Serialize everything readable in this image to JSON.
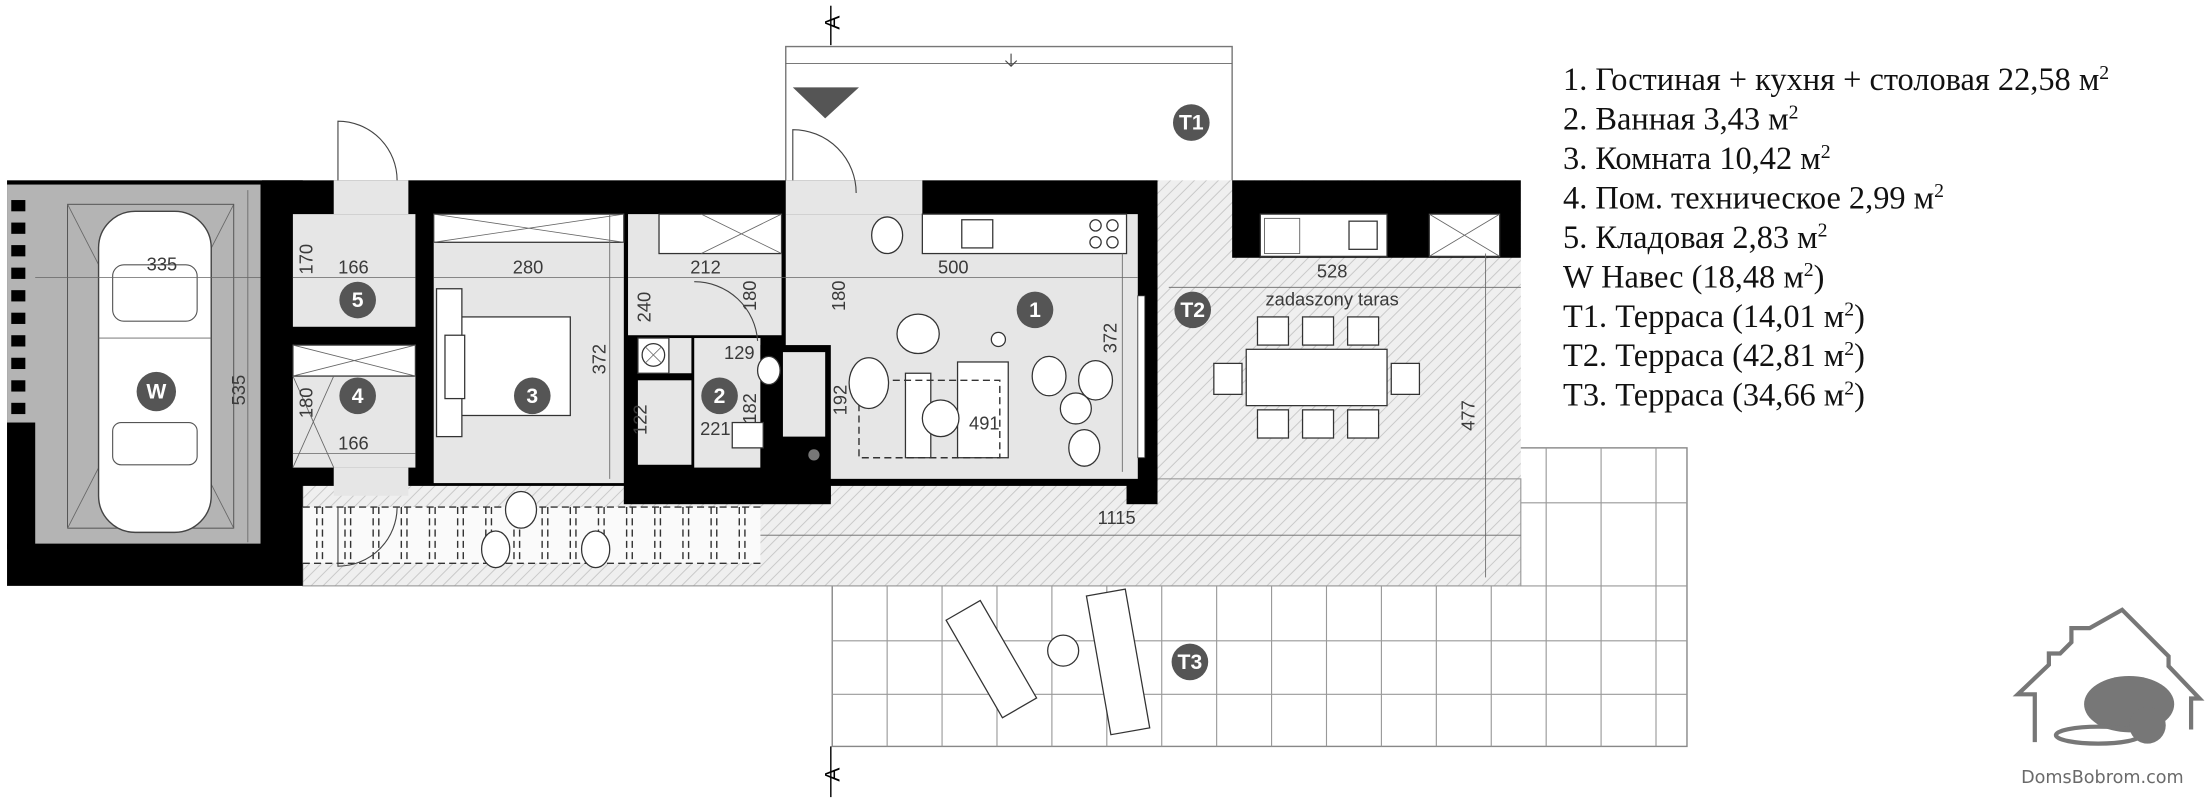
{
  "legend": [
    {
      "text": "1. Гостиная + кухня + столовая 22,58 м",
      "sup": "2",
      "suffix": ""
    },
    {
      "text": "2. Ванная 3,43 м",
      "sup": "2",
      "suffix": ""
    },
    {
      "text": "3. Комната 10,42 м",
      "sup": "2",
      "suffix": ""
    },
    {
      "text": "4. Пом. техническое 2,99 м",
      "sup": "2",
      "suffix": ""
    },
    {
      "text": "5. Кладовая 2,83 м",
      "sup": "2",
      "suffix": ""
    },
    {
      "text": "W Навес (18,48 м",
      "sup": "2",
      "suffix": ")"
    },
    {
      "text": "T1. Терраса (14,01 м",
      "sup": "2",
      "suffix": ")"
    },
    {
      "text": "T2. Терраса (42,81 м",
      "sup": "2",
      "suffix": ")"
    },
    {
      "text": "T3. Терраса (34,66 м",
      "sup": "2",
      "suffix": ")"
    }
  ],
  "room_labels": {
    "r1": "1",
    "r2": "2",
    "r3": "3",
    "r4": "4",
    "r5": "5",
    "w": "W",
    "t1": "T1",
    "t2": "T2",
    "t3": "T3"
  },
  "terrace_note": "zadaszony taras",
  "section_marker": "A",
  "dimensions": {
    "carport_width": "335",
    "carport_length": "535",
    "r5_depth": "170",
    "r5_width": "166",
    "r4_depth": "180",
    "r4_width": "166",
    "r3_width": "280",
    "r3_depth": "372",
    "hall_width": "212",
    "hall_depth": "240",
    "door_180_a": "180",
    "r2_width": "129",
    "r2_depth": "182",
    "r2_length": "221",
    "tech_depth": "122",
    "r1_width": "500",
    "r1_depth_a": "180",
    "r1_depth_b": "192",
    "r1_inner": "491",
    "r1_depth": "372",
    "t2_width": "528",
    "t2_depth": "477",
    "total_length": "1115"
  },
  "logo": {
    "text": "DomsBobrom.com"
  },
  "colors": {
    "wall": "#000000",
    "room": "#e6e6e6",
    "carport": "#b4b4b4",
    "label": "#555555"
  }
}
